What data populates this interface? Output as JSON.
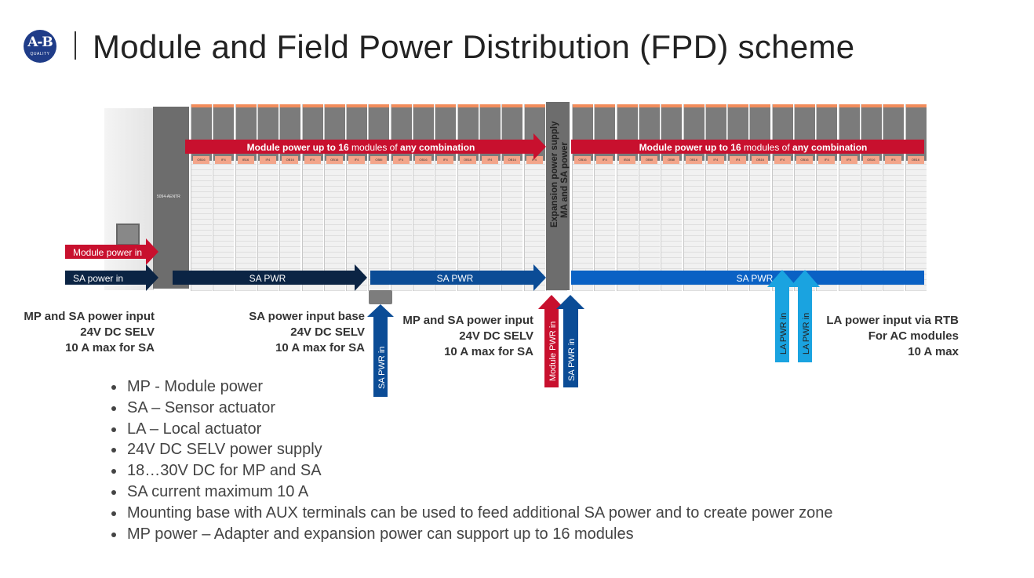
{
  "header": {
    "logo_text": "A-B",
    "logo_sub": "QUALITY",
    "title": "Module and Field Power Distribution (FPD) scheme"
  },
  "diagram": {
    "adapter_label": "5094-AENTR",
    "module_power_left_prefix": "Module power up to 16",
    "module_power_left_mid": " modules of ",
    "module_power_left_suffix": "any combination",
    "module_power_right_prefix": "Module power up to 16",
    "module_power_right_mid": " modules of ",
    "module_power_right_suffix": "any combination",
    "expansion_line1": "Expansion power supply",
    "expansion_line2": "MA and SA power",
    "module_power_in": "Module power in",
    "sa_power_in": "SA power in",
    "sa_pwr_1": "SA PWR",
    "sa_pwr_2": "SA PWR",
    "sa_pwr_3": "SA PWR",
    "sa_pwr_in_base": "SA PWR in",
    "module_pwr_in_exp": "Module PWR in",
    "sa_pwr_in_exp": "SA PWR in",
    "la_pwr_in_1": "LA PWR in",
    "la_pwr_in_2": "LA PWR in",
    "module_tags_left": [
      "OB16",
      "IF4",
      "IB16",
      "IF4",
      "OB16",
      "IF4",
      "OB16",
      "IF4",
      "OB8I",
      "IF4",
      "OB16",
      "IF4",
      "OB16",
      "IF4",
      "OB16",
      "IF4",
      "OB16"
    ],
    "module_tags_right": [
      "OB16",
      "IF4",
      "IB16",
      "OB8I",
      "OB8I",
      "OB16",
      "IF4",
      "IF4",
      "OB16",
      "IF4",
      "OB16",
      "IF4",
      "IF4",
      "OB16",
      "IF4",
      "OB16"
    ]
  },
  "labels": {
    "left": [
      "MP and SA power input",
      "24V DC SELV",
      "10 A max for SA"
    ],
    "base": [
      "SA power input base",
      "24V DC SELV",
      "10 A max for SA"
    ],
    "expansion": [
      "MP and SA power input",
      "24V DC SELV",
      "10 A max for SA"
    ],
    "la": [
      "LA power input via RTB",
      "For AC modules",
      "10 A max"
    ]
  },
  "bullets": [
    "MP - Module power",
    "SA – Sensor actuator",
    "LA – Local actuator",
    "24V DC SELV power supply",
    "18…30V DC for MP and SA",
    "SA current maximum 10 A",
    "Mounting base with AUX terminals can be used to feed additional SA power and to create power zone",
    "MP power – Adapter and expansion power can support up to 16 modules"
  ],
  "colors": {
    "module_power_red": "#c8102e",
    "sa_dark_navy": "#0b2444",
    "sa_blue": "#0b4c96",
    "sa_bright_blue": "#0a61c4",
    "la_cyan": "#1aa3e0"
  }
}
